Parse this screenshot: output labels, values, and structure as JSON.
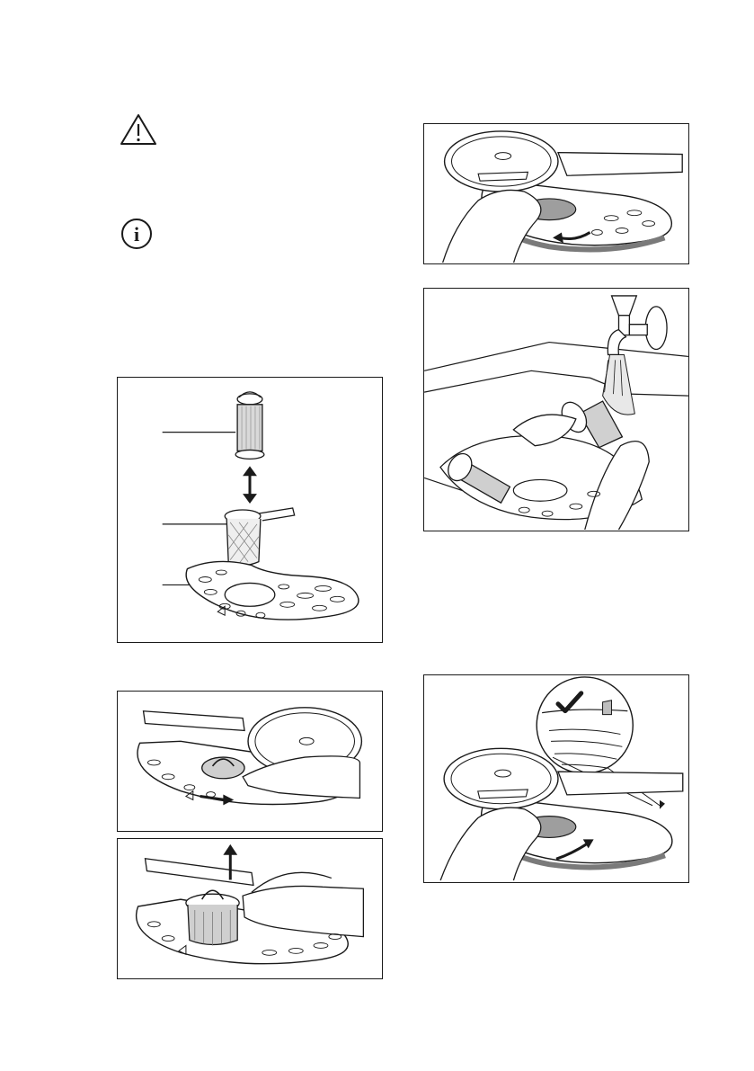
{
  "notices": {
    "warning_icon": "warning-triangle-icon",
    "info_icon": "info-circle-icon",
    "info_glyph": "i"
  },
  "figures": [
    {
      "id": "filter-assembly",
      "icon": "filter-exploded-view"
    },
    {
      "id": "rotate-filter",
      "icon": "rotate-arrow-icon"
    },
    {
      "id": "lift-filter",
      "icon": "up-arrow-icon"
    },
    {
      "id": "remove-flat-filter",
      "icon": "curved-arrow-icon"
    },
    {
      "id": "rinse-filters",
      "icon": "water-tap-icon"
    },
    {
      "id": "install-flat-filter",
      "icon": "check-mark-icon"
    }
  ]
}
